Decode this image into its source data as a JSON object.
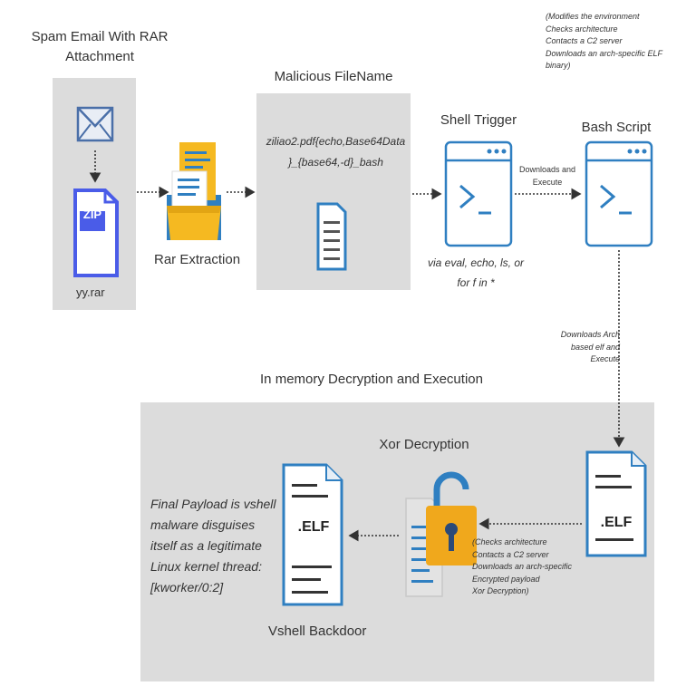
{
  "spam_email": {
    "title_line1": "Spam Email With RAR",
    "title_line2": "Attachment",
    "file_label": "yy.rar",
    "zip_label": "ZIP"
  },
  "rar_extraction": {
    "label": "Rar Extraction"
  },
  "malicious_filename": {
    "title": "Malicious FileName",
    "text_line1": "ziliao2.pdf{echo,Base64Data",
    "text_line2": "}_{base64,-d}_bash"
  },
  "shell_trigger": {
    "title": "Shell Trigger",
    "caption_line1": "via eval, echo, ls, or",
    "caption_line2": "for f in *"
  },
  "arrow_downloads_execute": {
    "line1": "Downloads and",
    "line2": "Execute"
  },
  "bash_script": {
    "title": "Bash Script",
    "notes": [
      "(Modifies the environment",
      "Checks architecture",
      "Contacts a C2 server",
      "Downloads an arch-specific ELF",
      "binary)"
    ]
  },
  "arrow_downloads_arch": {
    "line1": "Downloads  Arch",
    "line2": "based elf and",
    "line3": "Execute"
  },
  "memory_section": {
    "title": "In memory Decryption and Execution"
  },
  "elf_encrypted": {
    "label": ".ELF"
  },
  "xor_decryption": {
    "title": "Xor Decryption",
    "notes": [
      "(Checks architecture",
      "Contacts a C2 server",
      "Downloads an arch-specific",
      "Encrypted payload",
      "Xor Decryption)"
    ]
  },
  "vshell": {
    "label": "Vshell Backdoor",
    "elf_label": ".ELF",
    "description": [
      "Final Payload is vshell",
      "malware disguises",
      "itself as a legitimate",
      "Linux kernel thread:",
      "[kworker/0:2]"
    ]
  },
  "colors": {
    "accent_blue": "#2f7fc1",
    "panel_gray": "#dcdcdc",
    "folder_yellow": "#f5b921",
    "lock_yellow": "#f0a81c",
    "zip_blue": "#4a5ce8"
  }
}
